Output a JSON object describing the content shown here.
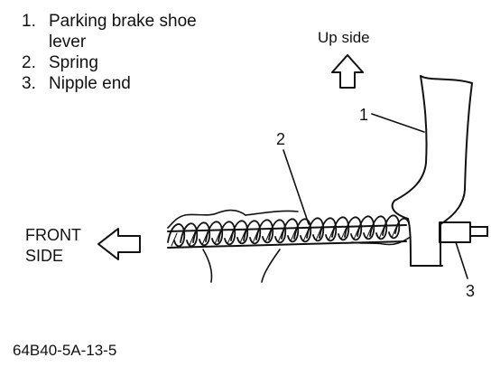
{
  "legend": {
    "items": [
      {
        "number": "1.",
        "text": "Parking brake shoe",
        "continuation": "lever"
      },
      {
        "number": "2.",
        "text": "Spring"
      },
      {
        "number": "3.",
        "text": "Nipple end"
      }
    ]
  },
  "labels": {
    "up_side": "Up side",
    "front_line1": "FRONT",
    "front_line2": "SIDE",
    "callout_1": "1",
    "callout_2": "2",
    "callout_3": "3",
    "figure_code": "64B40-5A-13-5"
  },
  "icons": {
    "up_arrow": "outlined-up-arrow-icon",
    "front_arrow": "outlined-left-arrow-icon"
  },
  "colors": {
    "ink": "#111111",
    "background": "#ffffff"
  }
}
